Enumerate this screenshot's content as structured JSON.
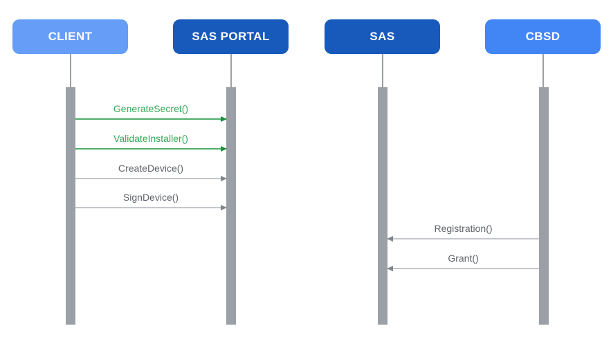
{
  "colors": {
    "background": "#FFFFFF",
    "client": "#669DF6",
    "portal": "#185ABC",
    "sas": "#185ABC",
    "cbsd": "#4285F4",
    "actor_text": "#FFFFFF",
    "green_text": "#34A853",
    "green_line": "#4FAE6B",
    "green_head": "#1E8E3E",
    "gray_text": "#5F6368",
    "gray_line": "#C3C7CB",
    "gray_head": "#80868B",
    "bar": "#9AA0A6",
    "lifeline": "#9AA0A6"
  },
  "diagram": {
    "type": "sequence-diagram",
    "actors": [
      {
        "label": "CLIENT"
      },
      {
        "label": "SAS PORTAL"
      },
      {
        "label": "SAS"
      },
      {
        "label": "CBSD"
      }
    ],
    "messages": [
      {
        "label": "GenerateSecret()",
        "from": "CLIENT",
        "to": "SAS PORTAL",
        "direction": "right",
        "style": "green"
      },
      {
        "label": "ValidateInstaller()",
        "from": "CLIENT",
        "to": "SAS PORTAL",
        "direction": "right",
        "style": "green"
      },
      {
        "label": "CreateDevice()",
        "from": "CLIENT",
        "to": "SAS PORTAL",
        "direction": "right",
        "style": "gray"
      },
      {
        "label": "SignDevice()",
        "from": "CLIENT",
        "to": "SAS PORTAL",
        "direction": "right",
        "style": "gray"
      },
      {
        "label": "Registration()",
        "from": "CBSD",
        "to": "SAS",
        "direction": "left",
        "style": "gray"
      },
      {
        "label": "Grant()",
        "from": "CBSD",
        "to": "SAS",
        "direction": "left",
        "style": "gray"
      }
    ]
  }
}
